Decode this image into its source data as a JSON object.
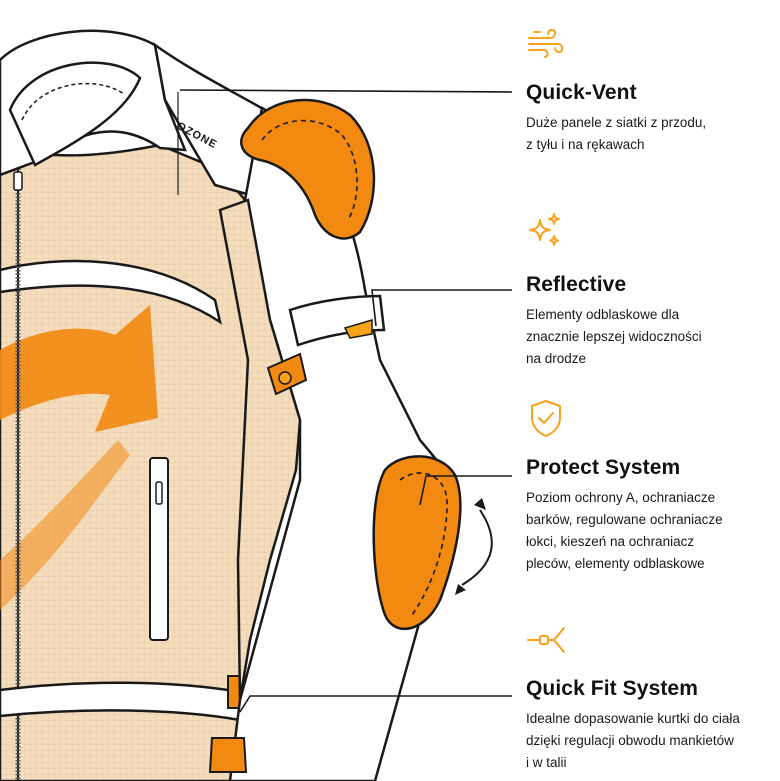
{
  "colors": {
    "accent": "#F7A41B",
    "pad_orange": "#F28A12",
    "mesh": "#F1D9B8",
    "outline": "#1a1a1a"
  },
  "brand_logo_text": "OZONE",
  "features": [
    {
      "icon": "wind-icon",
      "title": "Quick-Vent",
      "lines": [
        "Duże panele z siatki z przodu,",
        "z tyłu i na rękawach"
      ]
    },
    {
      "icon": "sparkle-icon",
      "title": "Reflective",
      "lines": [
        "Elementy odblaskowe dla",
        "znacznie lepszej widoczności",
        "na drodze"
      ]
    },
    {
      "icon": "shield-check-icon",
      "title": "Protect System",
      "lines": [
        "Poziom ochrony A, ochraniacze",
        "barków, regulowane ochraniacze",
        "łokci, kieszeń na ochraniacz",
        "pleców, elementy odblaskowe"
      ]
    },
    {
      "icon": "adjuster-icon",
      "title": "Quick Fit System",
      "lines": [
        "Idealne dopasowanie kurtki do ciała",
        "dzięki regulacji obwodu mankietów",
        "i w talii"
      ]
    }
  ]
}
